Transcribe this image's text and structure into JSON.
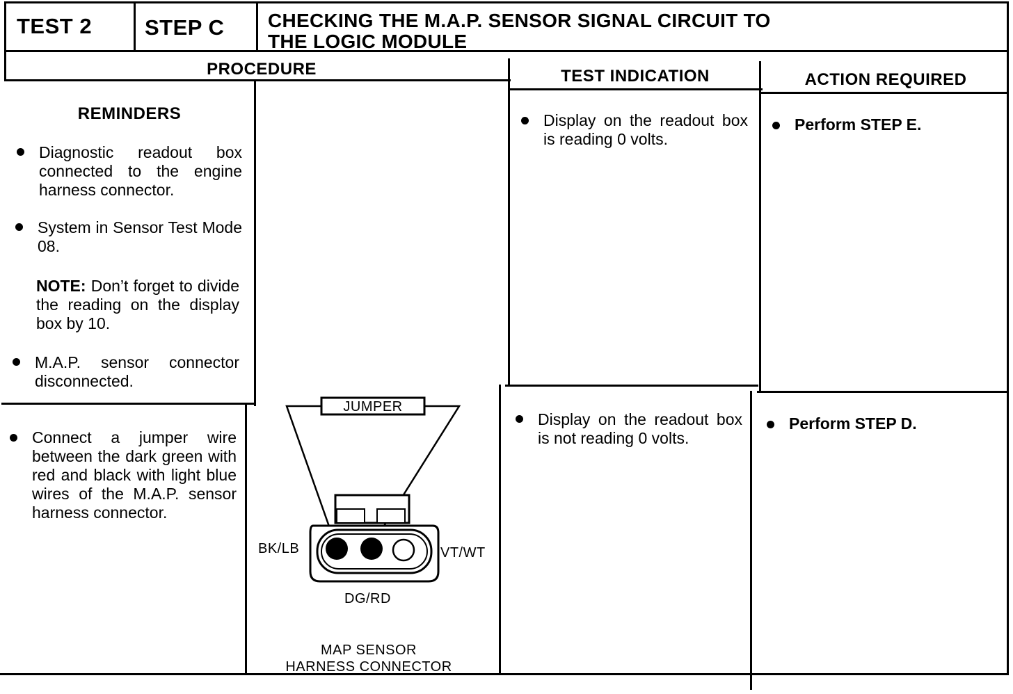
{
  "header": {
    "test_label": "TEST 2",
    "step_label": "STEP C",
    "title_line1": "CHECKING THE M.A.P. SENSOR SIGNAL CIRCUIT TO",
    "title_line2": "THE LOGIC MODULE"
  },
  "columns": {
    "procedure": "PROCEDURE",
    "test_indication": "TEST INDICATION",
    "action_required": "ACTION REQUIRED"
  },
  "reminders": {
    "heading": "REMINDERS",
    "items": [
      "Diagnostic readout box connected to the engine harness connector.",
      "System in Sensor Test Mode 08.",
      "M.A.P. sensor connector disconnected."
    ],
    "note_label": "NOTE:",
    "note_text": "Don’t forget to divide the reading on the display box by 10."
  },
  "procedure_step": "Connect a jumper wire between the dark green with red and black with light blue wires of the M.A.P. sensor harness connector.",
  "diagram": {
    "jumper_label": "JUMPER",
    "left_pin_label": "BK/LB",
    "right_pin_label": "VT/WT",
    "bottom_pin_label": "DG/RD",
    "caption_line1": "MAP SENSOR",
    "caption_line2": "HARNESS CONNECTOR"
  },
  "results": [
    {
      "indication": "Display on the readout box is reading 0 volts.",
      "action": "Perform STEP E."
    },
    {
      "indication": "Display on the readout box is not reading 0 volts.",
      "action": "Perform STEP D."
    }
  ]
}
